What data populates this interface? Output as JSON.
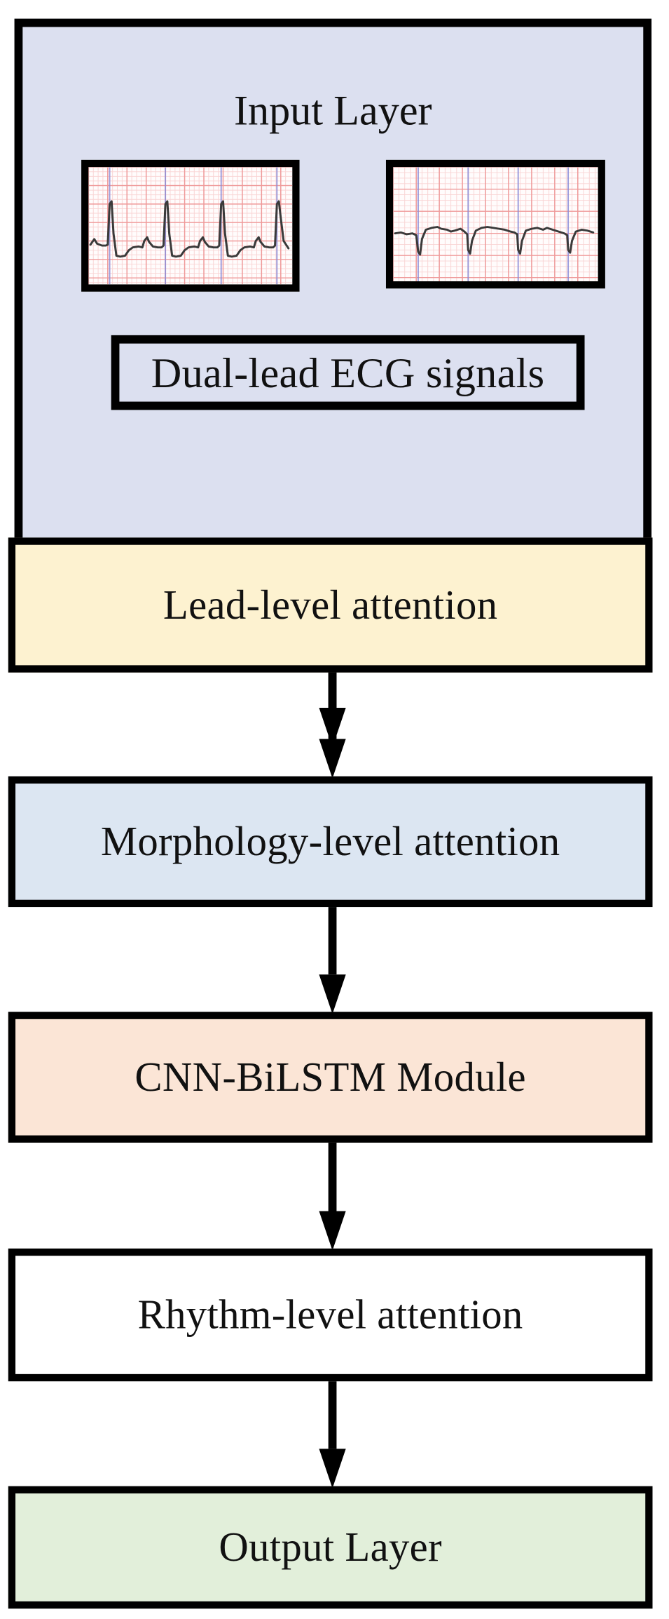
{
  "diagram": {
    "title": "Dual-lead ECG attention network architecture",
    "orientation": "top-to-bottom",
    "colors": {
      "input_layer_fill": "#DCE0F0",
      "lead_attention_fill": "#FDF2D0",
      "morphology_attention_fill": "#DCE6F2",
      "cnn_bilstm_fill": "#FBE5D6",
      "rhythm_attention_fill": "#FFFFFF",
      "output_layer_fill": "#E2EFDA",
      "border": "#000000",
      "ecg_grid_major": "#F09898",
      "ecg_grid_minor": "#F8CFCF",
      "ecg_marker": "#8A8AD8",
      "ecg_trace": "#333333"
    }
  },
  "input_layer": {
    "title": "Input Layer",
    "caption": "Dual-lead ECG signals",
    "signals": [
      {
        "name": "ecg-lead-1",
        "description": "Upright QRS complexes with tall R peaks on pink ECG grid paper",
        "polarity": "upright",
        "beats": 4
      },
      {
        "name": "ecg-lead-2",
        "description": "Inverted QRS complexes with downward deflections on pink ECG grid paper",
        "polarity": "inverted",
        "beats": 4
      }
    ]
  },
  "stages": [
    {
      "id": "lead-level-attention",
      "label": "Lead-level attention"
    },
    {
      "id": "morphology-level-attention",
      "label": "Morphology-level attention"
    },
    {
      "id": "cnn-bilstm-module",
      "label": "CNN-BiLSTM Module"
    },
    {
      "id": "rhythm-level-attention",
      "label": "Rhythm-level attention"
    },
    {
      "id": "output-layer",
      "label": "Output Layer"
    }
  ],
  "connectors": [
    {
      "id": "arrow-input-to-lead",
      "from": "Input Layer",
      "to": "Lead-level attention"
    },
    {
      "id": "arrow-lead-to-morphology",
      "from": "Lead-level attention",
      "to": "Morphology-level attention"
    },
    {
      "id": "arrow-morphology-to-cnn",
      "from": "Morphology-level attention",
      "to": "CNN-BiLSTM Module"
    },
    {
      "id": "arrow-cnn-to-rhythm",
      "from": "CNN-BiLSTM Module",
      "to": "Rhythm-level attention"
    },
    {
      "id": "arrow-rhythm-to-output",
      "from": "Rhythm-level attention",
      "to": "Output Layer"
    }
  ]
}
